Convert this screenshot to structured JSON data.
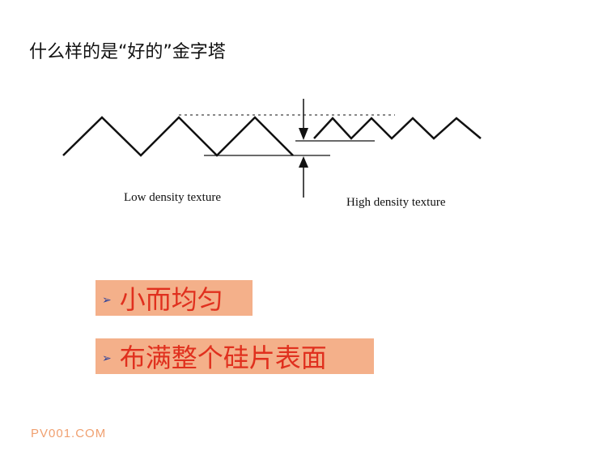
{
  "title": "什么样的是“好的”金字塔",
  "diagram": {
    "label_low": "Low density texture",
    "label_high": "High density texture"
  },
  "bullets": [
    {
      "marker": "➢",
      "text": "小而均匀"
    },
    {
      "marker": "➢",
      "text": "布满整个硅片表面"
    }
  ],
  "watermark": "PV001.COM",
  "colors": {
    "bullet_bg": "#f4b08a",
    "bullet_text": "#e0301e",
    "marker": "#2a3f9a",
    "watermark": "#f0a070"
  }
}
